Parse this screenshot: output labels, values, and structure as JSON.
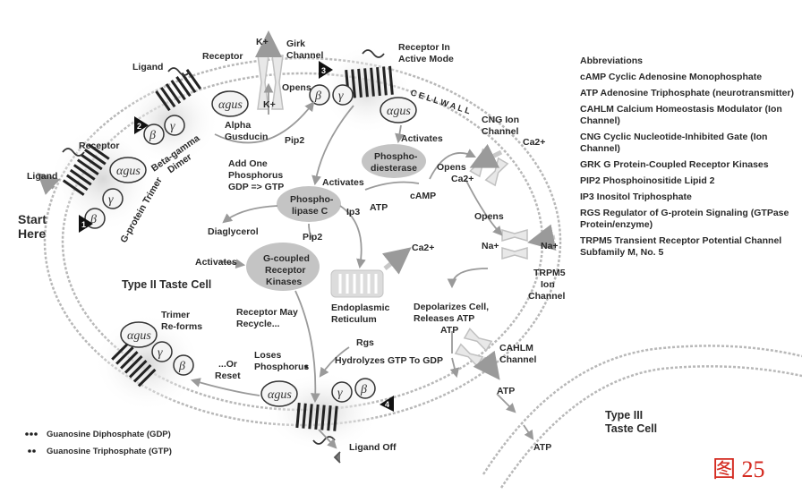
{
  "labels": {
    "kplus_top": "K+",
    "girk": [
      "Girk",
      "Channel"
    ],
    "receptor_active": [
      "Receptor In",
      "Active Mode"
    ],
    "receptor_top": "Receptor",
    "ligand_top": "Ligand",
    "kplus_mid": "K+",
    "opens_girk": "Opens",
    "alpha_gusducin": [
      "Alpha",
      "Gusducin"
    ],
    "beta_gamma_dimer": [
      "Beta-gamma",
      "Dimer"
    ],
    "receptor_left": "Receptor",
    "ligand_left": "Ligand",
    "start_here": [
      "Start",
      "Here"
    ],
    "gprotein_trimer": "G-protein Trimer",
    "add_phosphorus": [
      "Add One",
      "Phosphorus",
      "GDP => GTP"
    ],
    "pip2_top": "Pip2",
    "activates_pde": "Activates",
    "phosphodiesterase": [
      "Phospho-",
      "diesterase"
    ],
    "activates_plc": "Activates",
    "phospholipase": [
      "Phospho-",
      "lipase C"
    ],
    "ip3": "Ip3",
    "camp": "cAMP",
    "atp_pde": "ATP",
    "cng": [
      "CNG Ion",
      "Channel"
    ],
    "ca2plus_out": "Ca2+",
    "opens_cng": "Opens",
    "ca2plus_cng": "Ca2+",
    "opens_trpm": "Opens",
    "diaglycerol": "Diaglycerol",
    "pip2_mid": "Pip2",
    "ca2plus_in": "Ca2+",
    "naplus_in": "Na+",
    "naplus_out": "Na+",
    "activates_gcrk": "Activates",
    "gcrk": [
      "G-coupled",
      "Receptor",
      "Kinases"
    ],
    "type2": "Type II  Taste Cell",
    "er": [
      "Endoplasmic",
      "Reticulum"
    ],
    "trpm5": [
      "TRPM5",
      "Ion",
      "Channel"
    ],
    "depolarizes": [
      "Depolarizes Cell,",
      "Releases ATP"
    ],
    "atp_depol": "ATP",
    "trimer_reforms": [
      "Trimer",
      "Re-forms"
    ],
    "receptor_recycle": [
      "Receptor May",
      "Recycle..."
    ],
    "loses_phosphorus": [
      "Loses",
      "Phosphorus"
    ],
    "rgs": "Rgs",
    "hydrolyzes": "Hydrolyzes GTP To GDP",
    "or_reset": [
      "...Or",
      "Reset"
    ],
    "cahlm": [
      "CAHLM",
      "Channel"
    ],
    "atp_cahlm": "ATP",
    "atp_bottom": "ATP",
    "type3": [
      "Type III",
      "Taste Cell"
    ],
    "ligand_off": "Ligand Off",
    "cell_wall": "C E L L   W A L L",
    "legend_gdp": "Guanosine Diphosphate (GDP)",
    "legend_gtp": "Guanosine Triphosphate (GTP)"
  },
  "subunits": {
    "alpha": "αgus",
    "beta": "β",
    "gamma": "γ"
  },
  "steps": [
    "1",
    "2",
    "3",
    "4"
  ],
  "abbreviations": {
    "title": "Abbreviations",
    "items": [
      "cAMP Cyclic Adenosine Monophosphate",
      "ATP Adenosine Triphosphate (neurotransmitter)",
      "CAHLM Calcium Homeostasis Modulator (Ion Channel)",
      "CNG Cyclic Nucleotide-Inhibited Gate (Ion Channel)",
      "GRK G Protein-Coupled Receptor Kinases",
      "PIP2 Phosphoinositide Lipid 2",
      "IP3 Inositol Triphosphate",
      "RGS Regulator of G-protein Signaling (GTPase Protein/enzyme)",
      "TRPM5 Transient Receptor Potential Channel Subfamily M, No. 5"
    ]
  },
  "figure_label": "图 25"
}
